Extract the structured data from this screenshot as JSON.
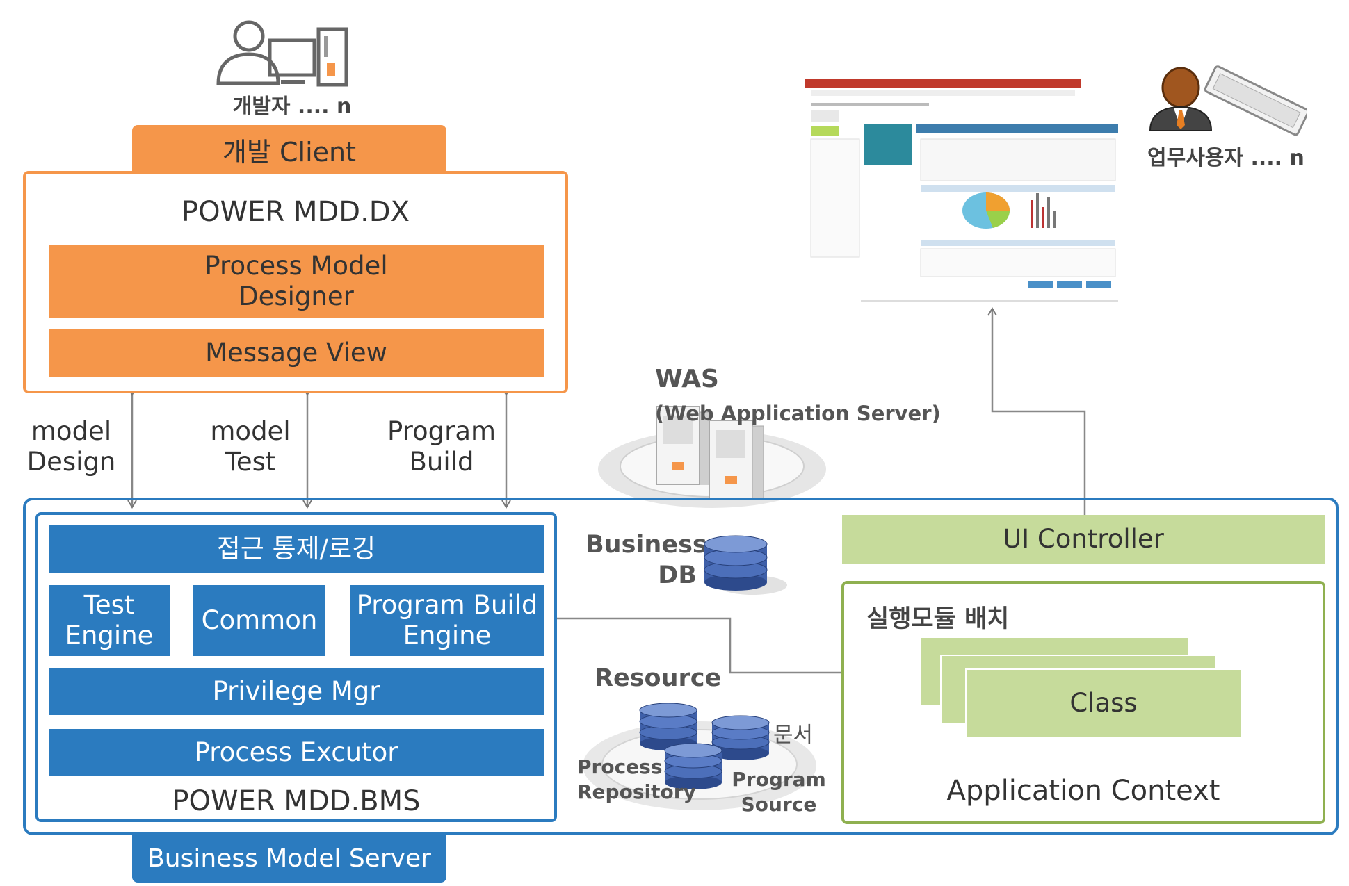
{
  "developer": {
    "label": "개발자 .... n",
    "icon": "developer-workstation-icon"
  },
  "dev_client": {
    "tab": "개발 Client",
    "title": "POWER MDD.DX",
    "modules": [
      "Process Model\nDesigner",
      "Message View"
    ]
  },
  "links": [
    "model\nDesign",
    "model\nTest",
    "Program\nBuild"
  ],
  "was": {
    "title": "WAS",
    "subtitle": "(Web Application Server)",
    "icon": "server-icon"
  },
  "business_db": {
    "label": "Business\nDB",
    "icon": "database-icon"
  },
  "bms": {
    "title": "POWER MDD.BMS",
    "access": "접근 통제/로깅",
    "engines": [
      "Test\nEngine",
      "Common",
      "Program Build\nEngine"
    ],
    "privilege": "Privilege Mgr",
    "executor": "Process Excutor"
  },
  "resource": {
    "title": "Resource",
    "doc": "문서",
    "process_repo": "Process\nRepository",
    "program_source": "Program\nSource"
  },
  "ui_controller": "UI Controller",
  "app_context": {
    "deploy": "실행모듈 배치",
    "class": "Class",
    "title": "Application Context"
  },
  "user": {
    "label": "업무사용자 .... n",
    "icon": "business-user-icon"
  },
  "server_tab": "Business Model Server",
  "colors": {
    "orange": "#f5964a",
    "blue": "#2b7bbf",
    "green": "#c6db9b",
    "green_border": "#8fb050"
  }
}
